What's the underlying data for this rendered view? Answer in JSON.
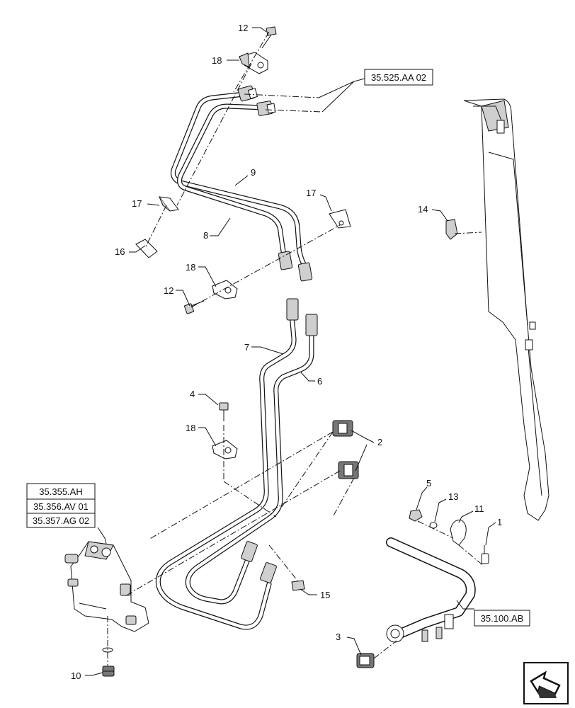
{
  "callouts": [
    {
      "label": "12"
    },
    {
      "label": "18"
    },
    {
      "label": "9"
    },
    {
      "label": "8"
    },
    {
      "label": "17"
    },
    {
      "label": "17"
    },
    {
      "label": "16"
    },
    {
      "label": "14"
    },
    {
      "label": "18"
    },
    {
      "label": "12"
    },
    {
      "label": "7"
    },
    {
      "label": "6"
    },
    {
      "label": "4"
    },
    {
      "label": "18"
    },
    {
      "label": "2"
    },
    {
      "label": "5"
    },
    {
      "label": "13"
    },
    {
      "label": "11"
    },
    {
      "label": "1"
    },
    {
      "label": "15"
    },
    {
      "label": "3"
    },
    {
      "label": "10"
    }
  ],
  "reference_boxes": [
    {
      "label": "35.525.AA 02"
    },
    {
      "label": "35.355.AH"
    },
    {
      "label": "35.356.AV 01"
    },
    {
      "label": "35.357.AG 02"
    },
    {
      "label": "35.100.AB"
    }
  ],
  "icons": {
    "view_direction": "view-direction-arrow-icon"
  }
}
